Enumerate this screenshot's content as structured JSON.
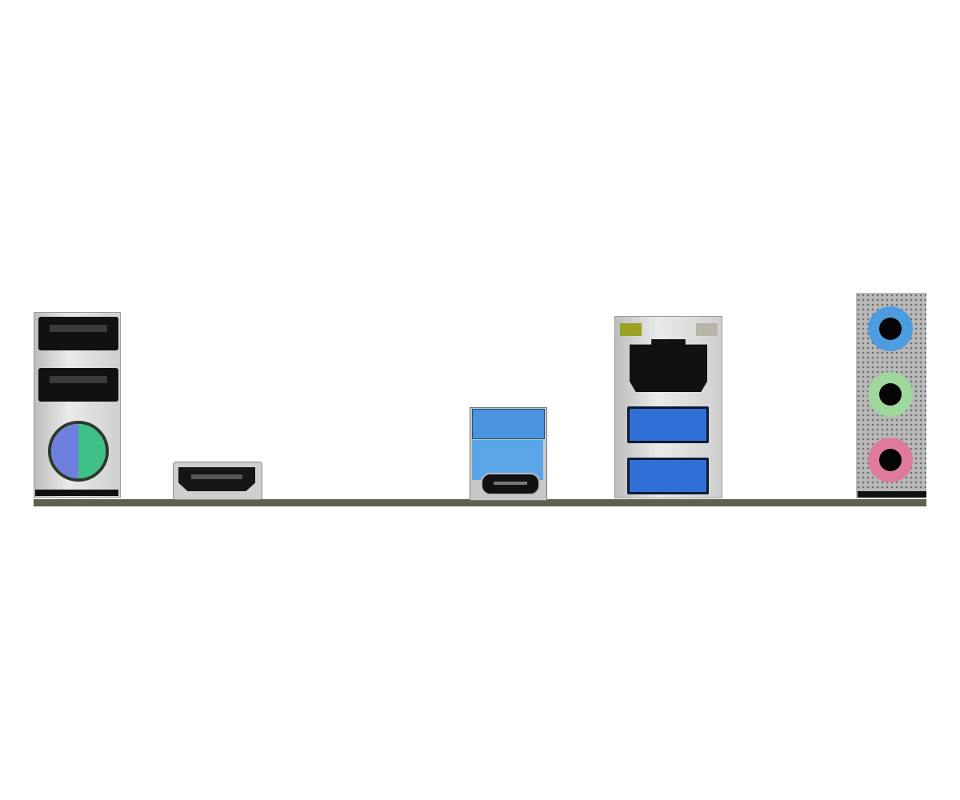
{
  "colors": {
    "pcb": "#5d6150",
    "ps2_keyboard": "#6f7fe0",
    "ps2_mouse": "#3fc088",
    "usb3": "#2f6fd6",
    "usb_combo": "#4a95dd",
    "lan_led_left": "#9aa020",
    "lan_led_right": "#b8b4a8",
    "audio_line_in": "#4d9ce0",
    "audio_line_out": "#9fd89c",
    "audio_mic": "#e07a9a"
  },
  "ports": [
    "usb2-top",
    "usb2-bottom",
    "ps2-combo",
    "hdmi",
    "usb3-typea",
    "usb-typec",
    "rj45-lan",
    "usb3-upper",
    "usb3-lower",
    "audio-line-in",
    "audio-line-out",
    "audio-mic"
  ]
}
